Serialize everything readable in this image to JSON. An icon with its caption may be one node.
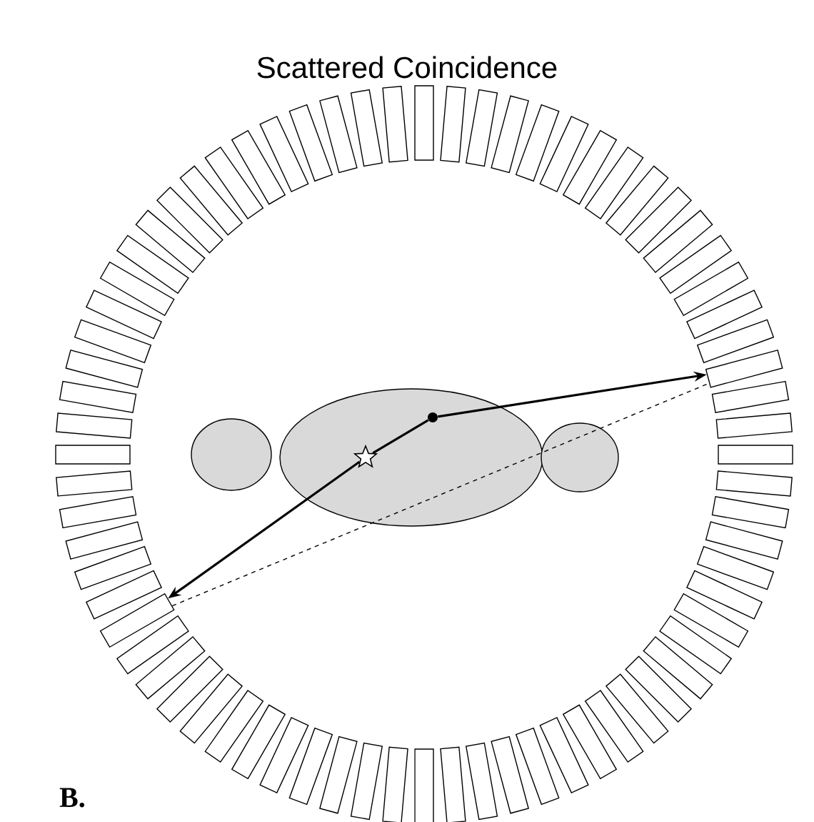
{
  "diagram": {
    "title": "Scattered Coincidence",
    "nodes": [
      {
        "text": [],
        "shape": "star"
      },
      {
        "text": [],
        "shape": "circle"
      },
      {
        "text": [],
        "shape": "box"
      },
      {
        "text": [],
        "shape": "box"
      }
    ],
    "edges": [
      {
        "from": 0,
        "to": 2,
        "arrow": "to"
      },
      {
        "from": 0,
        "to": 1,
        "arrow": "none"
      },
      {
        "from": 1,
        "to": 3,
        "arrow": "to"
      },
      {
        "from": 2,
        "to": 3,
        "arrow": "none",
        "style": "dashed"
      }
    ],
    "labels": [
      "B."
    ]
  }
}
